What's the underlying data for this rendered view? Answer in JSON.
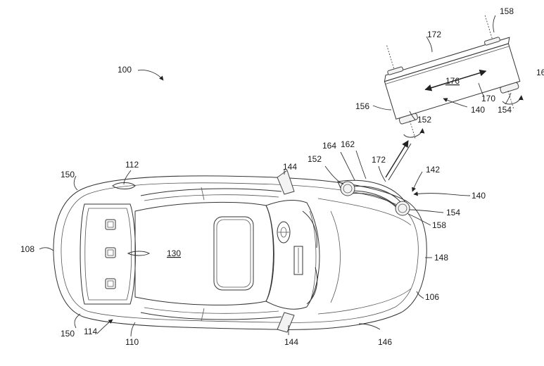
{
  "figure": {
    "labels": {
      "l100": "100",
      "l108": "108",
      "l110": "110",
      "l112": "112",
      "l114": "114",
      "l130": "130",
      "l142": "142",
      "l144_top": "144",
      "l144_bottom": "144",
      "l146": "146",
      "l148": "148",
      "l106": "106",
      "l150_top": "150",
      "l150_bottom": "150",
      "l152_car": "152",
      "l154_car": "154",
      "l158_car": "158",
      "l162": "162",
      "l164": "164",
      "l172_car": "172",
      "l140_car": "140",
      "l158_detail": "158",
      "l172_detail": "172",
      "l176": "176",
      "l170": "170",
      "l16x": "16",
      "l154_detail": "154",
      "l156": "156",
      "l152_detail": "152",
      "l140_detail": "140"
    }
  }
}
